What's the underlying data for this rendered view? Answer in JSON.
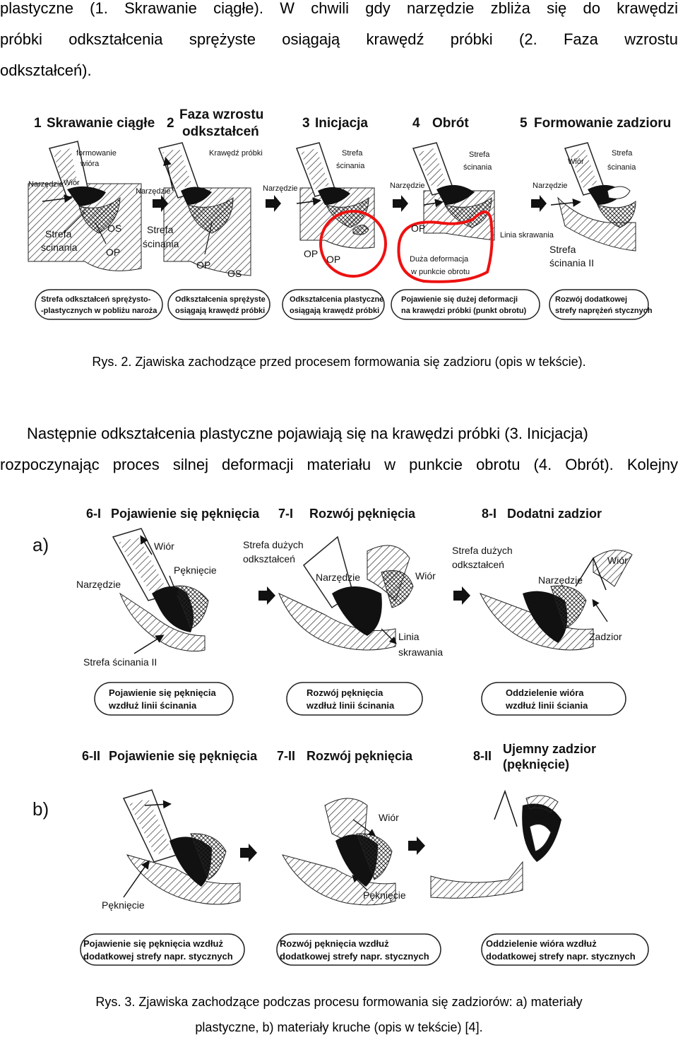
{
  "para1": {
    "line1": "plastyczne (1. Skrawanie ciągłe). W chwili gdy narzędzie zbliża się do krawędzi",
    "line2": "próbki odkształcenia sprężyste osiągają krawędź próbki (2. Faza wzrostu",
    "line3": "odkształceń)."
  },
  "figure2": {
    "stages": [
      {
        "num": "1",
        "title": "Skrawanie ciągłe"
      },
      {
        "num": "2",
        "title": "Faza wzrostu",
        "title2": "odkształceń"
      },
      {
        "num": "3",
        "title": "Inicjacja"
      },
      {
        "num": "4",
        "title": "Obrót"
      },
      {
        "num": "5",
        "title": "Formowanie zadzioru"
      }
    ],
    "labels": {
      "formowanie": "formowanie",
      "wiora": "wióra",
      "narzedzie": "Narzędzie",
      "wior": "Wiór",
      "strefa": "Strefa",
      "scinania": "ścinania",
      "os": "OS",
      "op": "OP",
      "krawedz_probki": "Krawędź próbki",
      "linia_skrawania": "Linia skrawania",
      "duza_deformacja": "Duża deformacja",
      "w_punkcie_obrotu": "w punkcie obrotu",
      "scinania_ii": "ścinania II"
    },
    "pills": [
      {
        "l1": "Strefa odkształceń sprężysto-",
        "l2": "-plastycznych w pobliżu naroża"
      },
      {
        "l1": "Odkształcenia sprężyste",
        "l2": "osiągają krawędź próbki"
      },
      {
        "l1": "Odkształcenia plastyczne",
        "l2": "osiągają krawędź próbki"
      },
      {
        "l1": "Pojawienie się dużej deformacji",
        "l2": "na krawędzi próbki (punkt obrotu)"
      },
      {
        "l1": "Rozwój dodatkowej",
        "l2": "strefy naprężeń stycznych"
      }
    ],
    "caption": "Rys. 2. Zjawiska zachodzące przed procesem formowania się zadzioru (opis w tekście)."
  },
  "para2": {
    "line1": "Następnie odkształcenia plastyczne pojawiają się na krawędzi próbki (3. Inicjacja)",
    "line2": "rozpoczynając proces silnej deformacji materiału w punkcie obrotu (4. Obrót). Kolejny"
  },
  "figure3": {
    "row_a": {
      "letter": "a)",
      "stages": [
        {
          "num": "6-I",
          "title": "Pojawienie się pęknięcia"
        },
        {
          "num": "7-I",
          "title": "Rozwój pęknięcia"
        },
        {
          "num": "8-I",
          "title": "Dodatni zadzior"
        }
      ],
      "labels": {
        "wior": "Wiór",
        "pekniecie": "Pęknięcie",
        "narzedzie": "Narzędzie",
        "strefa_scinania_ii": "Strefa ścinania II",
        "strefa_duzych": "Strefa dużych",
        "odksztalcen": "odkształceń",
        "linia": "Linia",
        "skrawania": "skrawania",
        "zadzior": "Zadzior"
      },
      "pills": [
        {
          "l1": "Pojawienie się pęknięcia",
          "l2": "wzdłuż linii ścinania"
        },
        {
          "l1": "Rozwój pęknięcia",
          "l2": "wzdłuż linii ścinania"
        },
        {
          "l1": "Oddzielenie wióra",
          "l2": "wzdłuż linii ściania"
        }
      ]
    },
    "row_b": {
      "letter": "b)",
      "stages": [
        {
          "num": "6-II",
          "title": "Pojawienie się pęknięcia"
        },
        {
          "num": "7-II",
          "title": "Rozwój pęknięcia"
        },
        {
          "num": "8-II",
          "title": "Ujemny zadzior",
          "title2": "(pęknięcie)"
        }
      ],
      "labels": {
        "pekniecie": "Pęknięcie",
        "wior": "Wiór"
      },
      "pills": [
        {
          "l1": "Pojawienie się pęknięcia wzdłuż",
          "l2": "dodatkowej strefy napr. stycznych"
        },
        {
          "l1": "Rozwój pęknięcia wzdłuż",
          "l2": "dodatkowej strefy napr. stycznych"
        },
        {
          "l1": "Oddzielenie wióra wzdłuż",
          "l2": "dodatkowej strefy napr. stycznych"
        }
      ]
    },
    "caption1": "Rys. 3. Zjawiska zachodzące podczas procesu formowania się zadziorów: a) materiały",
    "caption2": "plastyczne, b) materiały kruche (opis w tekście) [4]."
  }
}
